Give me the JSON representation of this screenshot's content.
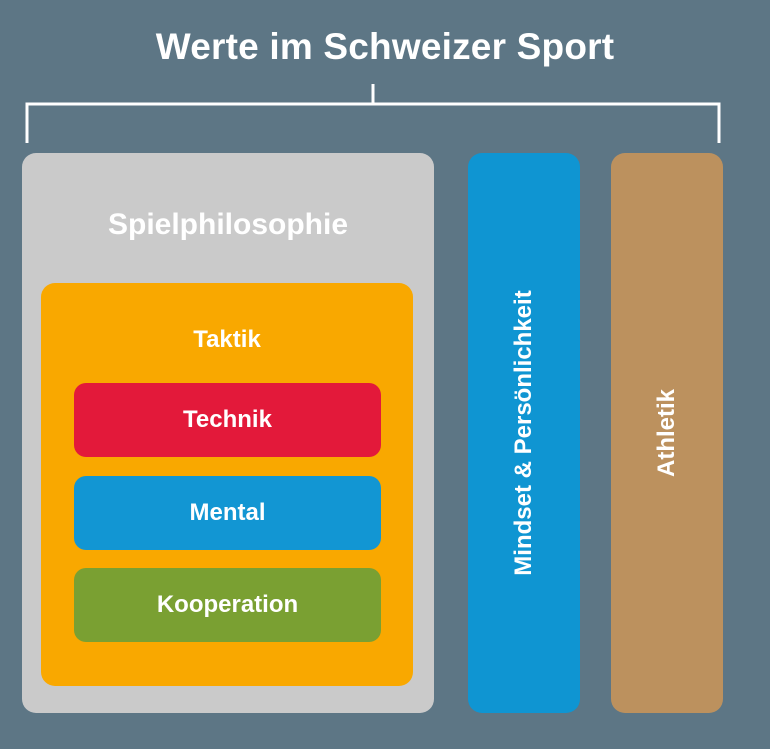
{
  "title": "Werte im Schweizer Sport",
  "colors": {
    "background": "#5d7685",
    "bracket": "#ffffff",
    "spielphilosophie": "#cacaca",
    "taktik": "#f9a800",
    "technik": "#e3193a",
    "mental": "#1296d3",
    "kooperation": "#7aa032",
    "mindset": "#0f95d2",
    "athletik": "#bc915e"
  },
  "spielphilosophie": {
    "label": "Spielphilosophie",
    "taktik": {
      "label": "Taktik",
      "items": [
        "Technik",
        "Mental",
        "Kooperation"
      ]
    }
  },
  "pillars": [
    "Mindset & Persönlichkeit",
    "Athletik"
  ]
}
